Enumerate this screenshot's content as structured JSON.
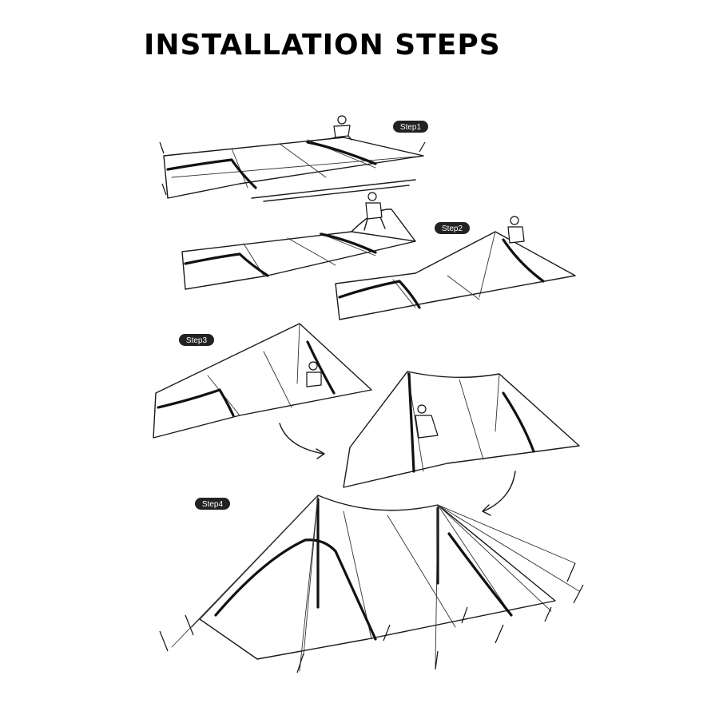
{
  "title": "INSTALLATION STEPS",
  "steps": [
    {
      "label": "Step1"
    },
    {
      "label": "Step2"
    },
    {
      "label": "Step3"
    },
    {
      "label": "Step4"
    }
  ],
  "colors": {
    "ink": "#1a1a1a",
    "badge": "#222222",
    "background": "#ffffff"
  }
}
